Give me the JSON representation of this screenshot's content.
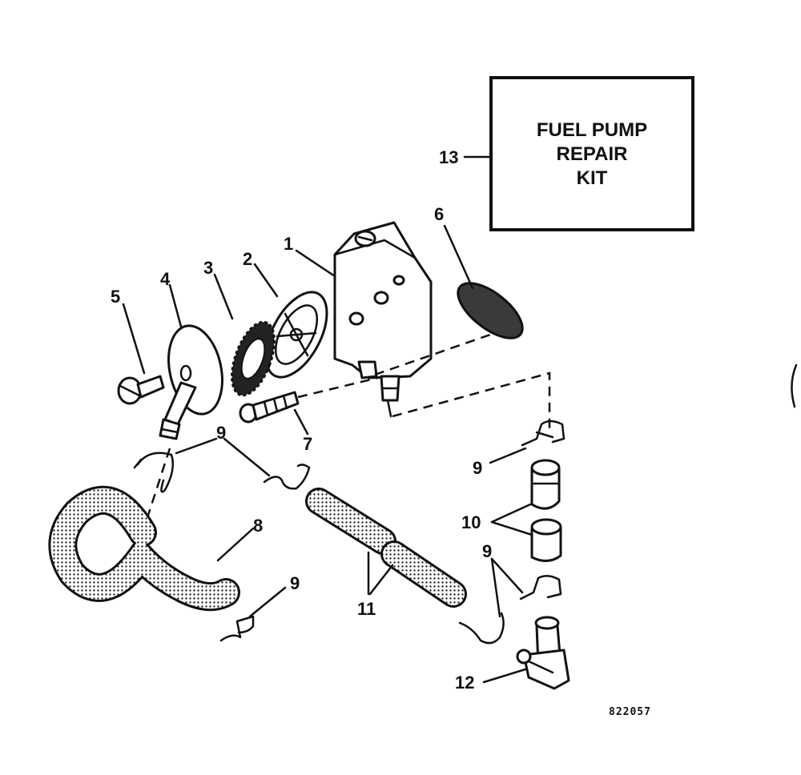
{
  "kit": {
    "line1": "FUEL PUMP",
    "line2": "REPAIR",
    "line3": "KIT"
  },
  "callouts": {
    "c1": "1",
    "c2": "2",
    "c3": "3",
    "c4": "4",
    "c5": "5",
    "c6": "6",
    "c7": "7",
    "c8": "8",
    "c9a": "9",
    "c9b": "9",
    "c9c": "9",
    "c9d": "9",
    "c10": "10",
    "c11": "11",
    "c12": "12",
    "c13": "13"
  },
  "figure_code": "822057",
  "colors": {
    "ink": "#111111",
    "paper": "#ffffff",
    "fill_dark": "#3a3a3a"
  }
}
